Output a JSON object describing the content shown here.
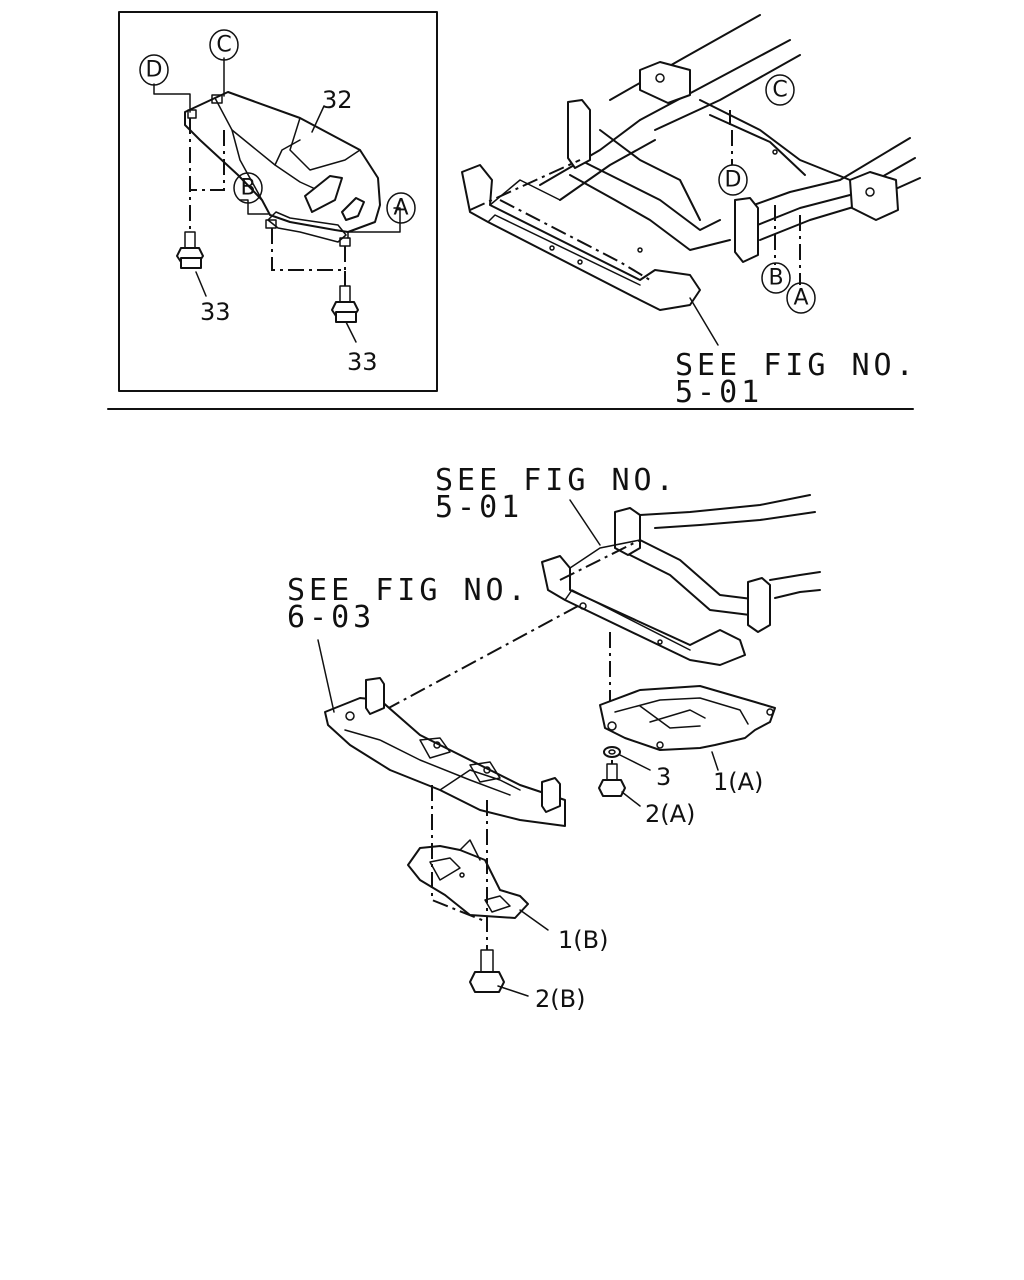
{
  "labels": {
    "top_detail": {
      "callout_D": "D",
      "callout_C": "C",
      "callout_B": "B",
      "callout_A": "A",
      "part_32": "32",
      "part_33_left": "33",
      "part_33_right": "33"
    },
    "top_frame": {
      "callout_C": "C",
      "callout_D": "D",
      "callout_B": "B",
      "callout_A": "A",
      "see_fig_line1": "SEE FIG NO.",
      "see_fig_line2": "5-01"
    },
    "bottom": {
      "see_fig_a_line1": "SEE FIG NO.",
      "see_fig_a_line2": "5-01",
      "see_fig_b_line1": "SEE FIG NO.",
      "see_fig_b_line2": "6-03",
      "part_3": "3",
      "part_1A": "1(A)",
      "part_2A": "2(A)",
      "part_1B": "1(B)",
      "part_2B": "2(B)"
    }
  }
}
